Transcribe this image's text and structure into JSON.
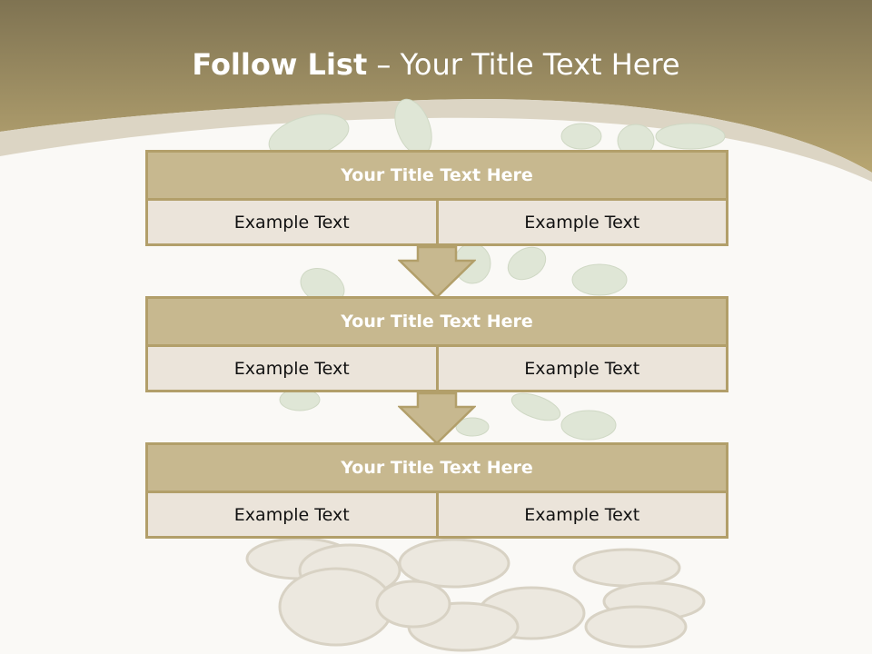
{
  "title": {
    "bold": "Follow List",
    "rest": " – Your Title Text Here"
  },
  "blocks": [
    {
      "heading": "Your Title Text Here",
      "left": "Example Text",
      "right": "Example Text"
    },
    {
      "heading": "Your Title Text Here",
      "left": "Example Text",
      "right": "Example Text"
    },
    {
      "heading": "Your Title Text Here",
      "left": "Example Text",
      "right": "Example Text"
    }
  ],
  "colors": {
    "header_band": "#a69565",
    "box_border": "#b29f6a",
    "title_fill": "#c7b88f",
    "cell_fill": "#ebe4da",
    "arrow_fill": "#c7b88f"
  }
}
